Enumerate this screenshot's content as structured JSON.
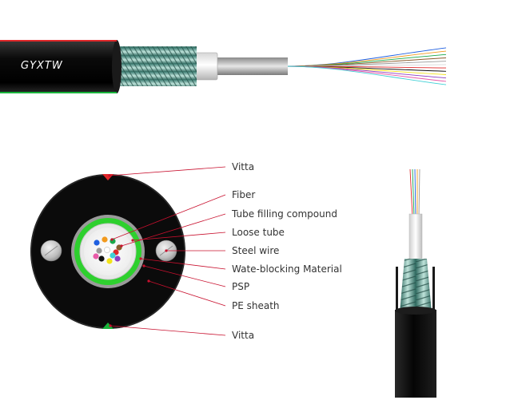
{
  "cable": {
    "brand_text": "GYXTW"
  },
  "labels": {
    "vitta_top": "Vitta",
    "fiber": "Fiber",
    "tube_filling_compound": "Tube filling compound",
    "loose_tube": "Loose tube",
    "steel_wire": "Steel wire",
    "water_blocking_material": "Wate-blocking Material",
    "psp": "PSP",
    "pe_sheath": "PE sheath",
    "vitta_bottom": "Vitta"
  },
  "colors": {
    "sheath": "#0d0d0d",
    "vitta_top": "#e0282a",
    "vitta_bottom": "#19b43c",
    "water_blocking": "#2ed02e",
    "leader_line": "#c8102e",
    "label_text": "#333333"
  },
  "fiber_colors": [
    "#1f5fe0",
    "#f29a1e",
    "#1aa84a",
    "#8a5a2b",
    "#9a9a9a",
    "#ffffff",
    "#e0282a",
    "#111111",
    "#f2e21a",
    "#8e3ec2",
    "#e85aa8",
    "#3fd0d6"
  ]
}
